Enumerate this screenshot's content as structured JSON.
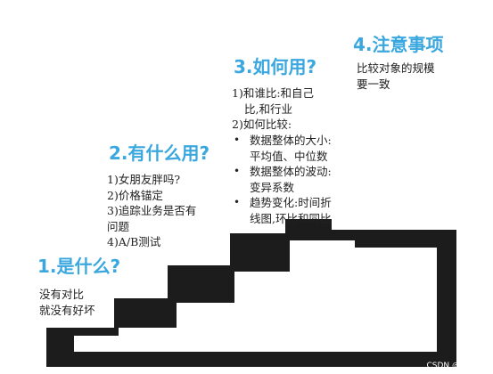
{
  "steps": [
    {
      "title": "1.是什么?",
      "lines": [
        "没有对比",
        "就没有好坏"
      ]
    },
    {
      "title": "2.有什么用?",
      "lines": [
        "1)女朋友胖吗?",
        "2)价格锚定",
        "3)追踪业务是否有",
        "问题",
        "4)A/B测试"
      ]
    },
    {
      "title": "3.如何用?",
      "lines": [
        "1)和谁比:和自己",
        "比,和行业",
        "2)如何比较:"
      ],
      "bullets": [
        [
          "数据整体的大小:",
          "平均值、中位数"
        ],
        [
          "数据整体的波动:",
          "变异系数"
        ],
        [
          "趋势变化:时间折",
          "线图,环比和同比"
        ]
      ]
    },
    {
      "title": "4.注意事项",
      "lines": [
        "比较对象的规模",
        "要一致"
      ]
    }
  ],
  "watermark": "CSDN @小嗯嗯",
  "colors": {
    "heading": "#3aa7df",
    "stairs": "#1c1c1c",
    "text": "#222222"
  }
}
